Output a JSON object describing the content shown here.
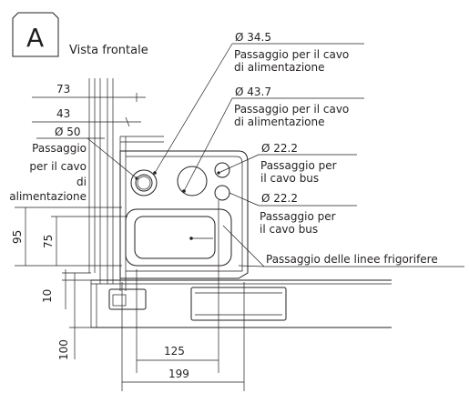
{
  "view": {
    "badge": "A",
    "title": "Vista frontale"
  },
  "labels": {
    "hole_345": {
      "dia": "Ø 34.5",
      "line1": "Passaggio per il cavo",
      "line2": "di alimentazione"
    },
    "hole_437": {
      "dia": "Ø 43.7",
      "line1": "Passaggio per il cavo",
      "line2": "di alimentazione"
    },
    "hole_222_top": {
      "dia": "Ø 22.2",
      "line1": "Passaggio per",
      "line2": "il cavo bus"
    },
    "hole_222_bottom": {
      "dia": "Ø 22.2",
      "line1": "Passaggio per",
      "line2": "il cavo bus"
    },
    "hole_50": {
      "dia": "Ø 50",
      "line1": "Passaggio",
      "line2": "per il cavo",
      "line3": "di",
      "line4": "alimentazione"
    },
    "refrigerant": "Passaggio delle linee frigorifere"
  },
  "dimensions": {
    "d73": "73",
    "d43": "43",
    "d95": "95",
    "d75": "75",
    "d10": "10",
    "d100": "100",
    "d125": "125",
    "d199": "199"
  },
  "colors": {
    "ink": "#231f20",
    "background": "#ffffff"
  }
}
